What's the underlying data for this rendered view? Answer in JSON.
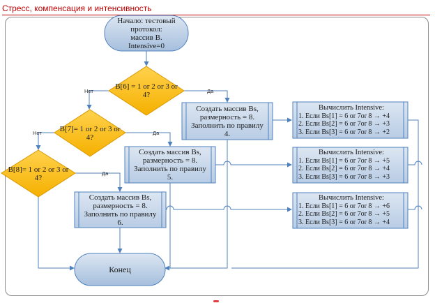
{
  "header": {
    "title": "Стресс, компенсация и интенсивность"
  },
  "colors": {
    "header_red": "#c00000",
    "decision_fill": "#ffc000",
    "process_fill": "#c5d9f1",
    "process_border": "#4f81bd",
    "connector": "#4f81bd"
  },
  "nodes": {
    "start": {
      "line1": "Начало: тестовый",
      "line2": "протокол:",
      "line3": "массив B.",
      "line4": "Intensive=0"
    },
    "decision1": {
      "line1": "B[6] = 1 or 2 or 3 or",
      "line2": "4?"
    },
    "decision2": {
      "line1": "B[7]= 1 or 2 or 3 or",
      "line2": "4?"
    },
    "decision3": {
      "line1": "B[8]= 1 or 2 or 3 or",
      "line2": "4?"
    },
    "process1": {
      "line1": "Создать массив Bs,",
      "line2": "размерность = 8.",
      "line3": "Заполнить по правилу",
      "line4": "4."
    },
    "process2": {
      "line1": "Создать массив Bs,",
      "line2": "размерность = 8.",
      "line3": "Заполнить по правилу",
      "line4": "5."
    },
    "process3": {
      "line1": "Создать массив Bs,",
      "line2": "размерность = 8.",
      "line3": "Заполнить по правилу",
      "line4": "6."
    },
    "intensive1": {
      "title": "Вычислить Intensive:",
      "items": [
        "1. Если Bs[1] = 6 or 7or 8 → +4",
        "2. Если Bs[2] = 6 or 7or 8 → +3",
        "3.  Если Bs[3] = 6 or 7or 8 → +2"
      ]
    },
    "intensive2": {
      "title": "Вычислить Intensive:",
      "items": [
        "1. Если Bs[1] = 6 or 7or 8 → +5",
        "2. Если Bs[2] = 6 or 7or 8 → +4",
        "3.  Если Bs[3] = 6 or 7or 8 → +3"
      ]
    },
    "intensive3": {
      "title": "Вычислить Intensive:",
      "items": [
        "1. Если Bs[1] = 6 or 7or 8 → +6",
        "2. Если Bs[2] = 6 or 7or 8 → +5",
        "3.  Если Bs[3] = 6 or 7or 8 → +4"
      ]
    },
    "end": {
      "label": "Конец"
    }
  },
  "edge_labels": {
    "no1": "Нет",
    "yes1": "Да",
    "no2": "Нет",
    "yes2": "Да",
    "yes3": "Да"
  }
}
